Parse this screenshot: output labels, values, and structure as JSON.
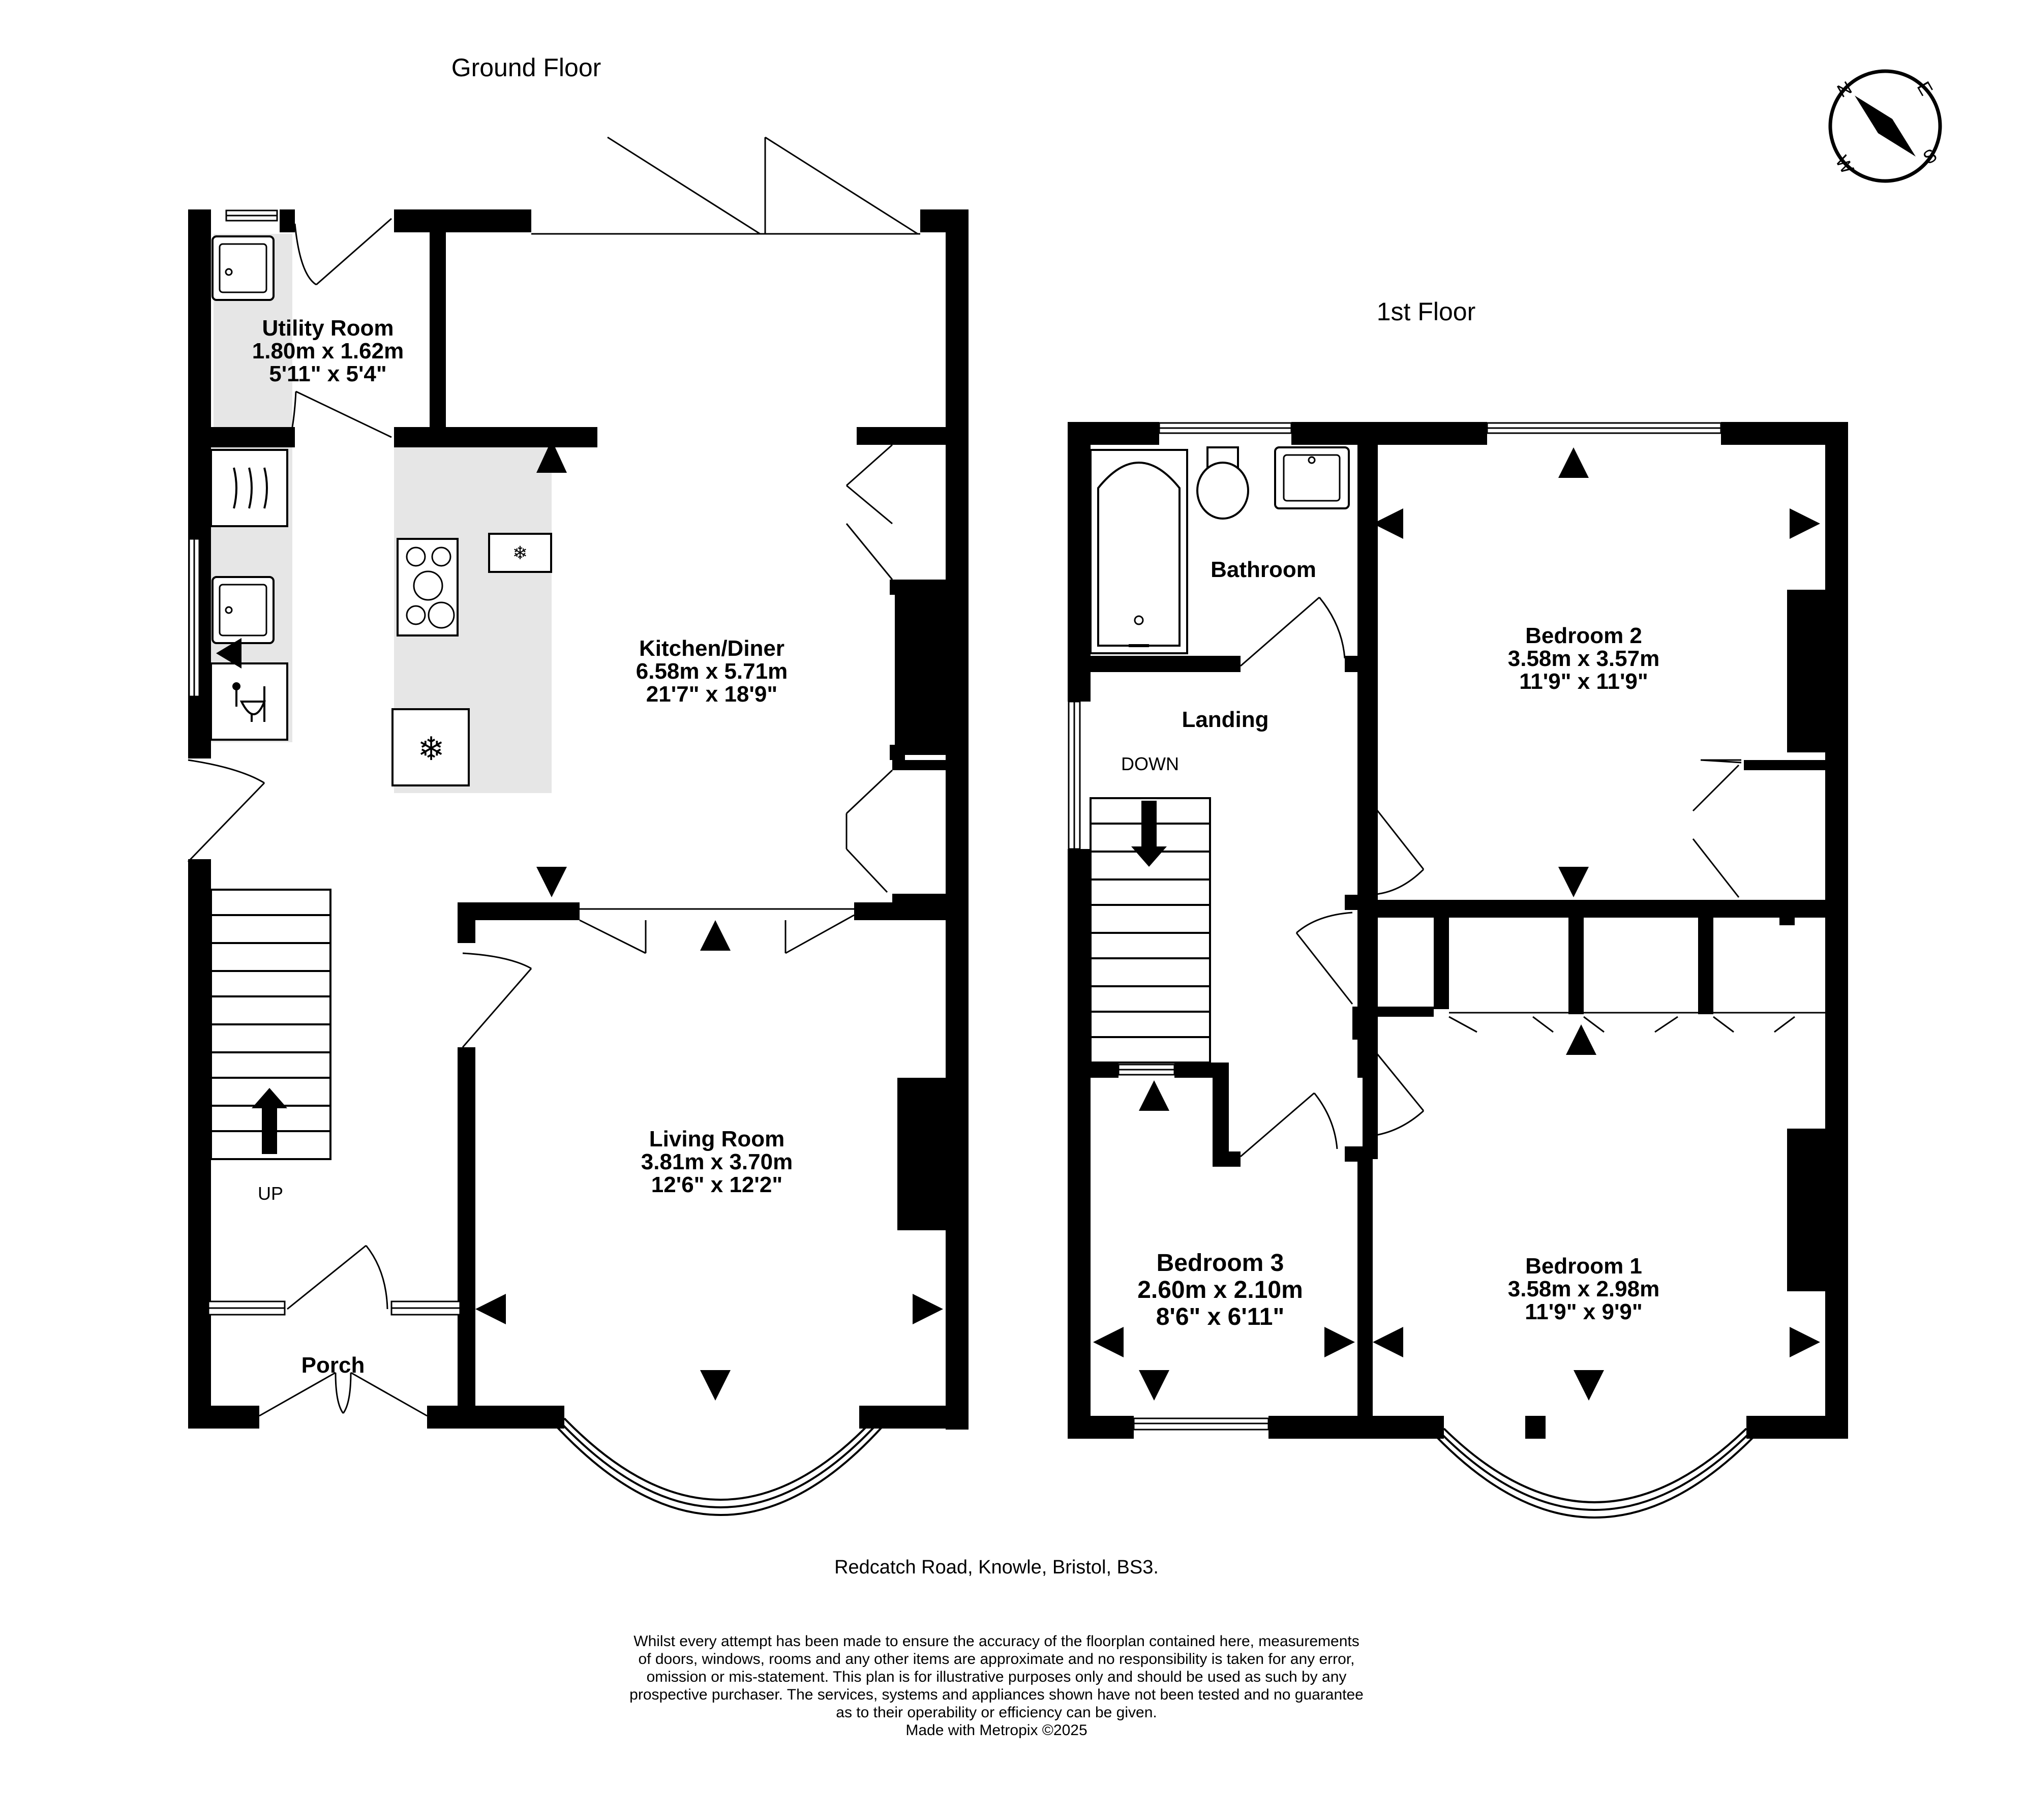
{
  "titles": {
    "ground_floor": "Ground Floor",
    "first_floor": "1st Floor"
  },
  "compass": {
    "n": "N",
    "e": "E",
    "s": "S",
    "w": "W"
  },
  "rooms": {
    "utility": {
      "name": "Utility Room",
      "metric": "1.80m  x 1.62m",
      "imperial": "5'11\"  x 5'4\""
    },
    "kitchen": {
      "name": "Kitchen/Diner",
      "metric": "6.58m  x 5.71m",
      "imperial": "21'7\"  x 18'9\""
    },
    "living": {
      "name": "Living Room",
      "metric": "3.81m  x 3.70m",
      "imperial": "12'6\"  x 12'2\""
    },
    "porch": {
      "name": "Porch"
    },
    "bathroom": {
      "name": "Bathroom"
    },
    "landing": {
      "name": "Landing"
    },
    "bedroom2": {
      "name": "Bedroom 2",
      "metric": "3.58m  x 3.57m",
      "imperial": "11'9\"  x 11'9\""
    },
    "bedroom3": {
      "name": "Bedroom 3",
      "metric": "2.60m  x 2.10m",
      "imperial": "8'6\"  x 6'11\""
    },
    "bedroom1": {
      "name": "Bedroom 1",
      "metric": "3.58m  x 2.98m",
      "imperial": "11'9\"  x 9'9\""
    }
  },
  "stairs": {
    "up": "UP",
    "down": "DOWN"
  },
  "address": "Redcatch Road, Knowle, Bristol, BS3.",
  "disclaimer": [
    "Whilst every attempt has been made to ensure the accuracy of the floorplan contained here, measurements",
    "of doors, windows, rooms and any other items are approximate and no responsibility is taken for any error,",
    "omission or mis-statement. This plan is for illustrative purposes only and should be used as such by any",
    "prospective purchaser. The services, systems and appliances shown have not been tested and no guarantee",
    "as to their operability or efficiency can be given.",
    "Made with Metropix ©2025"
  ]
}
